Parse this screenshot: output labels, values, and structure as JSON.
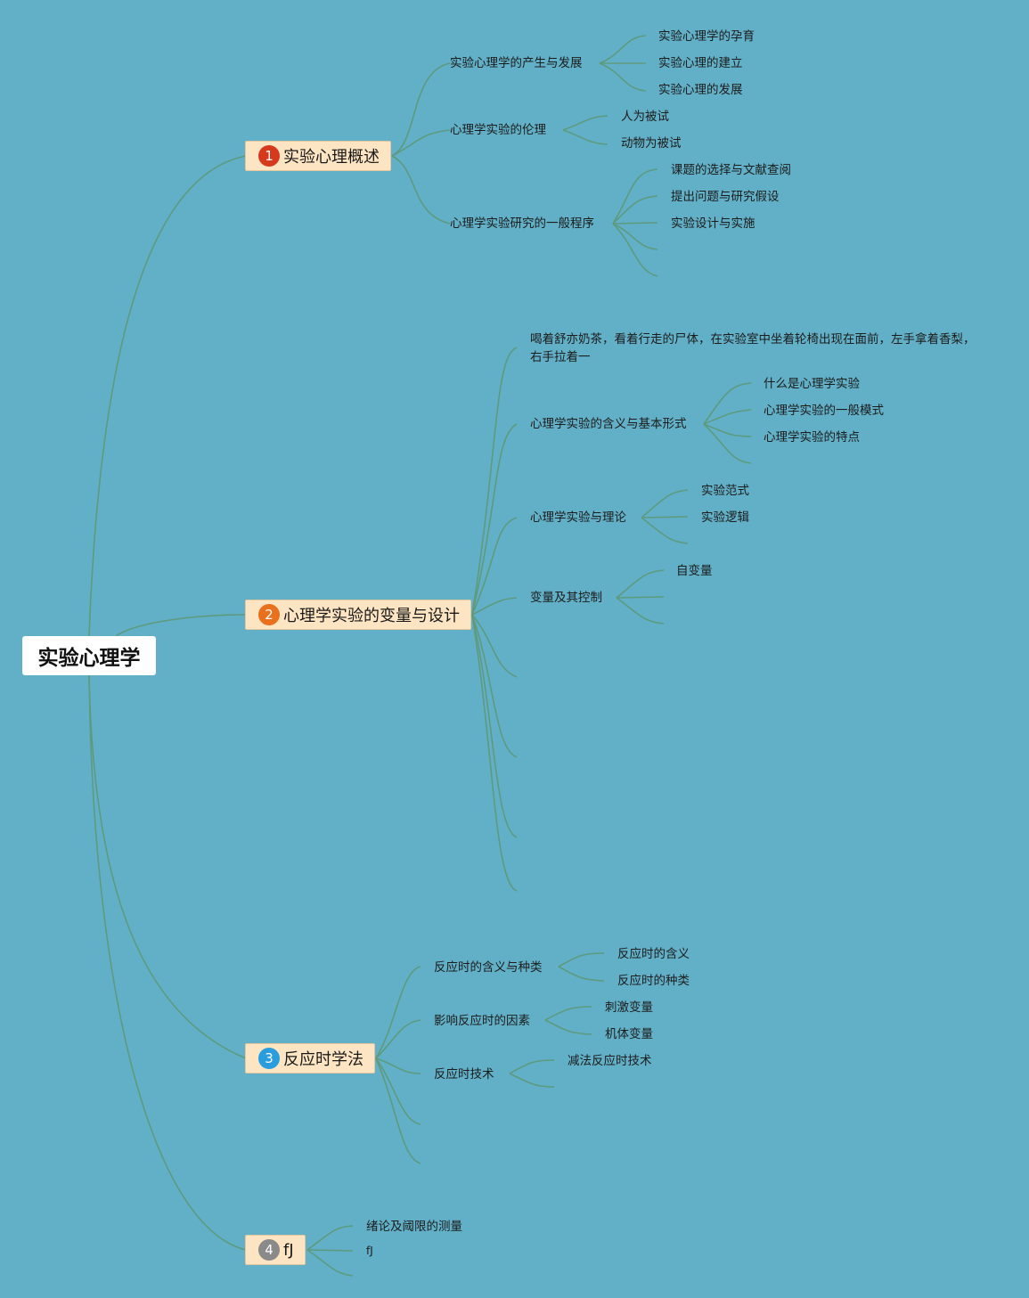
{
  "colors": {
    "background": "#62b0c7",
    "connector": "#5e9a7e",
    "main_node_fill": "#fde5c3",
    "badge_1": "#d63a1c",
    "badge_2": "#e9701d",
    "badge_3": "#2a9ddf",
    "badge_4": "#8a8a8a"
  },
  "root": {
    "label": "实验心理学"
  },
  "topics": [
    {
      "number": "1",
      "label": "实验心理概述",
      "subtopics": [
        {
          "label": "实验心理学的产生与发展",
          "children": [
            "实验心理学的孕育",
            "实验心理的建立",
            "实验心理的发展"
          ]
        },
        {
          "label": "心理学实验的伦理",
          "children": [
            "人为被试",
            "动物为被试"
          ]
        },
        {
          "label": "心理学实验研究的一般程序",
          "children": [
            "课题的选择与文献查阅",
            "提出问题与研究假设",
            "实验设计与实施"
          ]
        }
      ]
    },
    {
      "number": "2",
      "label": "心理学实验的变量与设计",
      "note": "喝着舒亦奶茶，看着行走的尸体，在实验室中坐着轮椅出现在面前，左手拿着香梨，右手拉着一",
      "subtopics": [
        {
          "label": "心理学实验的含义与基本形式",
          "children": [
            "什么是心理学实验",
            "心理学实验的一般模式",
            "心理学实验的特点"
          ]
        },
        {
          "label": "心理学实验与理论",
          "children": [
            "实验范式",
            "实验逻辑"
          ]
        },
        {
          "label": "变量及其控制",
          "children": [
            "自变量"
          ]
        }
      ]
    },
    {
      "number": "3",
      "label": "反应时学法",
      "subtopics": [
        {
          "label": "反应时的含义与种类",
          "children": [
            "反应时的含义",
            "反应时的种类"
          ]
        },
        {
          "label": "影响反应时的因素",
          "children": [
            "刺激变量",
            "机体变量"
          ]
        },
        {
          "label": "反应时技术",
          "children": [
            "减法反应时技术"
          ]
        }
      ]
    },
    {
      "number": "4",
      "label": "fJ",
      "subtopics": [
        {
          "label": "绪论及阈限的测量"
        },
        {
          "label": "fJ"
        }
      ]
    }
  ]
}
